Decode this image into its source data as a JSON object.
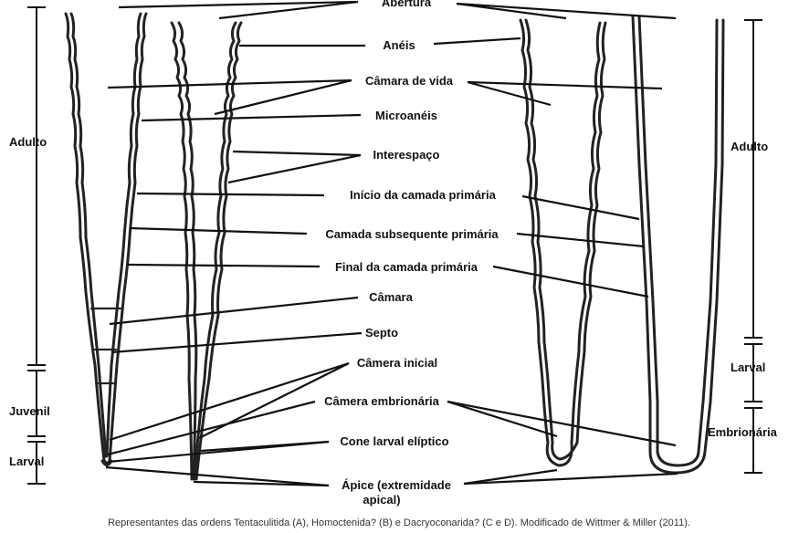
{
  "labels": {
    "abertura": "Abertura",
    "aneis": "Anéis",
    "camara_de_vida": "Câmara de vida",
    "microaneis": "Microanéis",
    "interespaco": "Interespaço",
    "inicio_camada": "Início da camada primária",
    "camada_subsequente": "Camada subsequente primária",
    "final_camada": "Final da camada primária",
    "camara": "Câmara",
    "septo": "Septo",
    "camera_inicial": "Câmera inicial",
    "camera_embrionaria": "Câmera embrionária",
    "cone_larval": "Cone larval elíptico",
    "apice_line1": "Ápice (extremidade",
    "apice_line2": "apical)"
  },
  "left_scale": {
    "adulto": "Adulto",
    "juvenil": "Juvenil",
    "larval": "Larval"
  },
  "right_scale": {
    "adulto": "Adulto",
    "larval": "Larval",
    "embrionaria": "Embrionária"
  },
  "caption": "Representantes das ordens Tentaculitida (A), Homoctenida? (B) e Dacryoconarida? (C e D). Modificado de Wittmer & Miller (2011)."
}
